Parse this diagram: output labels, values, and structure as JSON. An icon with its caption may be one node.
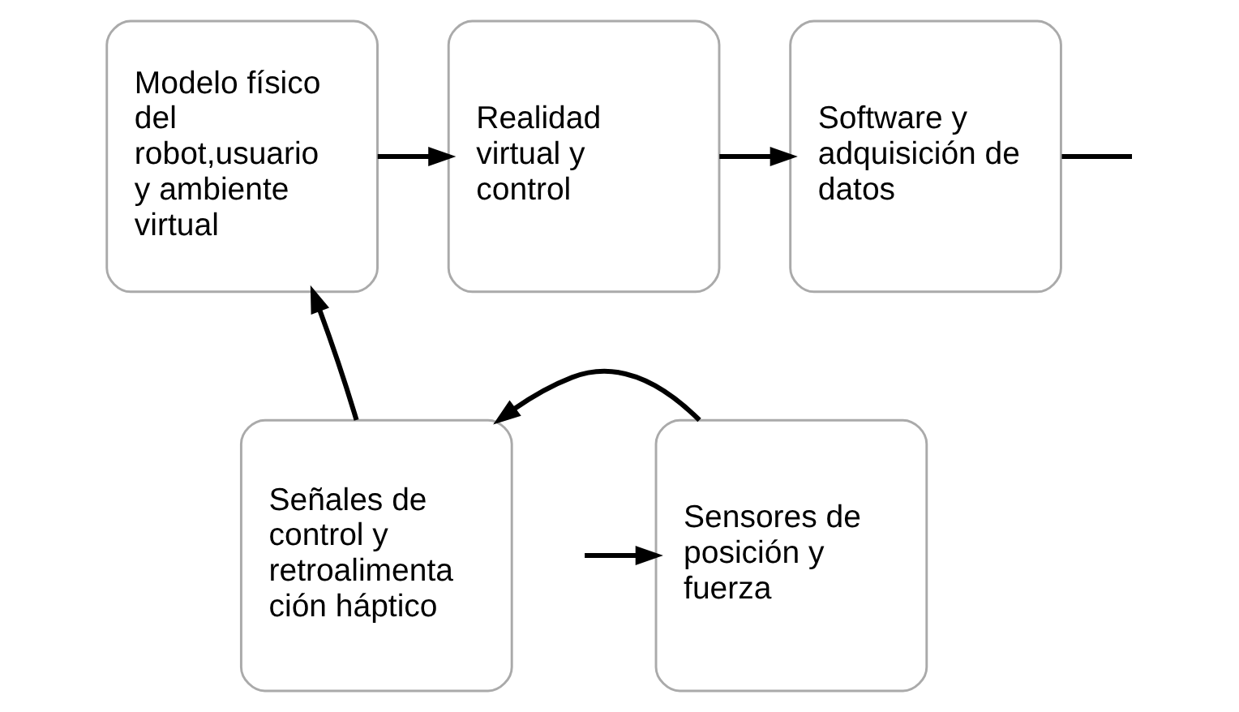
{
  "diagram": {
    "nodes": [
      {
        "text": [
          "Modelo físico del robot,usuario y ambiente virtual"
        ]
      },
      {
        "text": [
          "Realidad virtual y control"
        ]
      },
      {
        "text": [
          "Software y adquisición de datos"
        ]
      },
      {
        "text": [
          "Señales de control y retroalimenta ción háptico"
        ]
      },
      {
        "text": [
          "Sensores de posición y fuerza"
        ]
      }
    ],
    "edges": [
      {
        "from": 0,
        "to": 1,
        "arrow": "to"
      },
      {
        "from": 1,
        "to": 2,
        "arrow": "to"
      },
      {
        "from": 2,
        "to": null,
        "arrow": "none"
      },
      {
        "from": null,
        "to": 4,
        "arrow": "to"
      },
      {
        "from": 4,
        "to": 3,
        "arrow": "to"
      },
      {
        "from": 3,
        "to": 0,
        "arrow": "to"
      }
    ]
  }
}
